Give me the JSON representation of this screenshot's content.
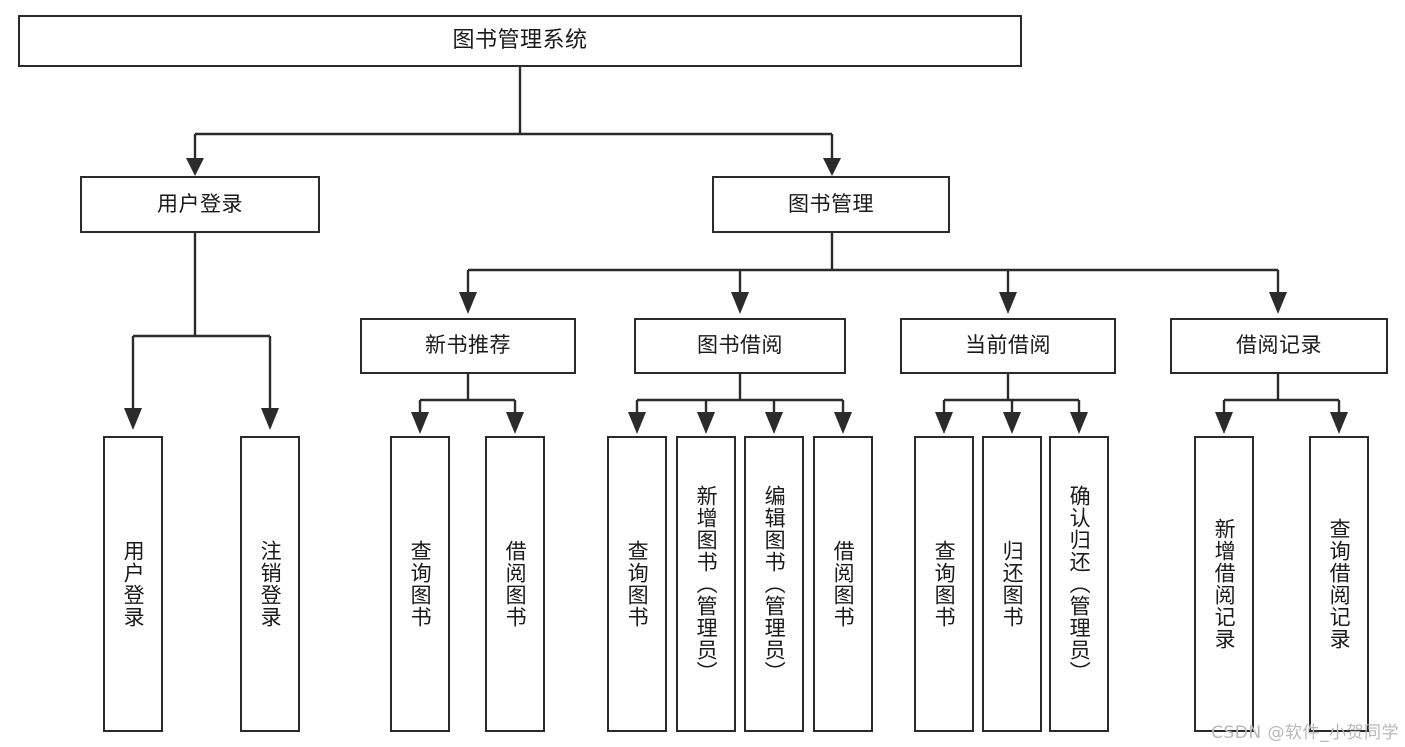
{
  "diagram": {
    "title": "图书管理系统",
    "type": "hierarchy-tree",
    "root": {
      "label": "图书管理系统"
    },
    "level2": [
      {
        "label": "用户登录"
      },
      {
        "label": "图书管理"
      }
    ],
    "level3": [
      {
        "label": "新书推荐"
      },
      {
        "label": "图书借阅"
      },
      {
        "label": "当前借阅"
      },
      {
        "label": "借阅记录"
      }
    ],
    "leaves": {
      "user_login": [
        {
          "label": "用户登录"
        },
        {
          "label": "注销登录"
        }
      ],
      "new_book_recommend": [
        {
          "label": "查询图书"
        },
        {
          "label": "借阅图书"
        }
      ],
      "book_borrow": [
        {
          "label": "查询图书"
        },
        {
          "label": "新增图书（管理员）"
        },
        {
          "label": "编辑图书（管理员）"
        },
        {
          "label": "借阅图书"
        }
      ],
      "current_borrow": [
        {
          "label": "查询图书"
        },
        {
          "label": "归还图书"
        },
        {
          "label": "确认归还（管理员）"
        }
      ],
      "borrow_record": [
        {
          "label": "新增借阅记录"
        },
        {
          "label": "查询借阅记录"
        }
      ]
    },
    "watermark": "CSDN @软件_小贺同学",
    "colors": {
      "stroke": "#2b2b2b",
      "background": "#ffffff",
      "text": "#1a1a1a",
      "watermark": "#b9b9b9"
    }
  }
}
